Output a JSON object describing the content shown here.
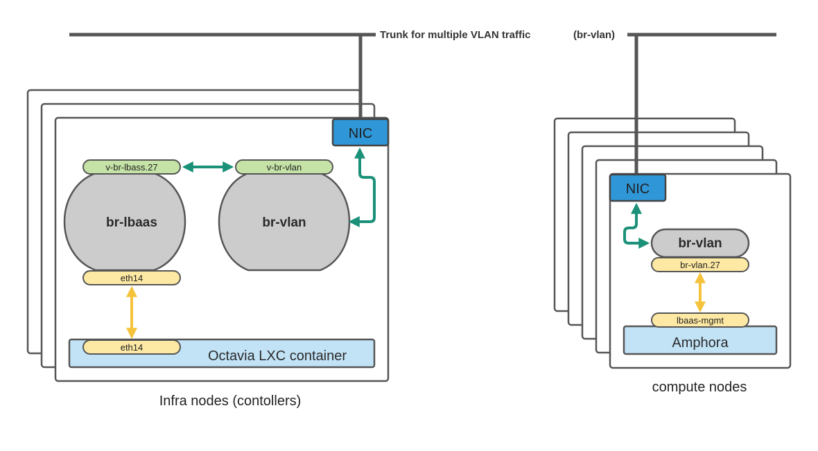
{
  "trunk": {
    "label": "Trunk for multiple VLAN traffic",
    "sublabel": "(br-vlan)"
  },
  "infra": {
    "caption": "Infra nodes (contollers)",
    "nic": "NIC",
    "bridge_lbaas": "br-lbaas",
    "bridge_vlan": "br-vlan",
    "port_lbaas": "v-br-lbass.27",
    "port_vlan": "v-br-vlan",
    "port_eth": "eth14",
    "container_eth": "eth14",
    "container": "Octavia LXC container"
  },
  "compute": {
    "caption": "compute nodes",
    "nic": "NIC",
    "bridge": "br-vlan",
    "subif": "br-vlan.27",
    "mgmt": "lbaas-mgmt",
    "amphora": "Amphora"
  },
  "colors": {
    "line": "#555555",
    "nic": "#2f97d8",
    "bridge": "#cccccc",
    "port_green": "#c5e3a6",
    "port_yellow": "#fde9a3",
    "container": "#c2e3f6",
    "arrow_teal": "#1a9178",
    "arrow_yellow": "#f5c33b"
  }
}
